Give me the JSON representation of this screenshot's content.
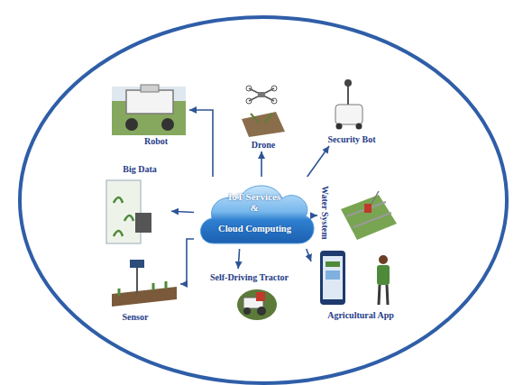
{
  "diagram": {
    "nodes": [
      {
        "text": [
          "Robot"
        ]
      },
      {
        "text": [
          "Drone"
        ]
      },
      {
        "text": [
          "Security Bot"
        ]
      },
      {
        "text": [
          "Big Data"
        ]
      },
      {
        "text": [
          "IoT Services &",
          "Cloud Computing"
        ]
      },
      {
        "text": [
          "Water System"
        ]
      },
      {
        "text": [
          "Self-Driving Tractor"
        ]
      },
      {
        "text": [
          "Sensor"
        ]
      },
      {
        "text": [
          "Agricultural App"
        ]
      }
    ],
    "edges": [
      {
        "from": 4,
        "to": 0,
        "arrow": "to"
      },
      {
        "from": 4,
        "to": 1,
        "arrow": "to"
      },
      {
        "from": 4,
        "to": 2,
        "arrow": "to"
      },
      {
        "from": 4,
        "to": 3,
        "arrow": "to"
      },
      {
        "from": 4,
        "to": 5,
        "arrow": "to"
      },
      {
        "from": 4,
        "to": 6,
        "arrow": "to"
      },
      {
        "from": 4,
        "to": 7,
        "arrow": "to"
      },
      {
        "from": 4,
        "to": 8,
        "arrow": "to"
      }
    ]
  }
}
